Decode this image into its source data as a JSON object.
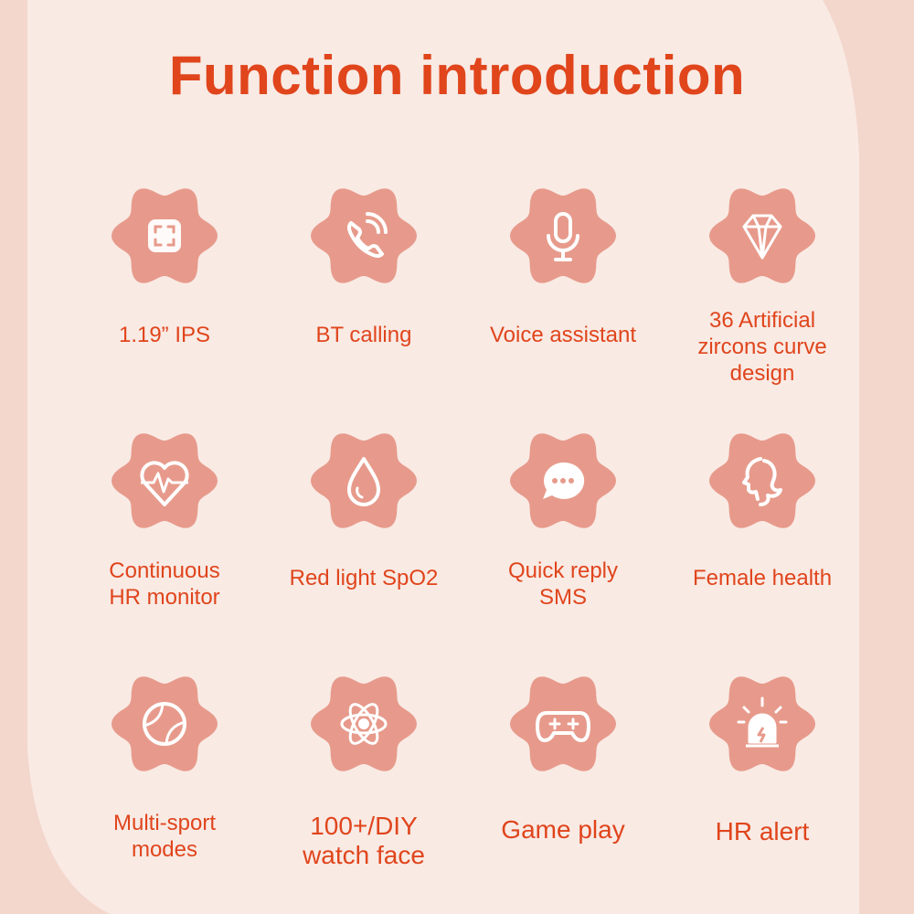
{
  "title": "Function introduction",
  "colors": {
    "accent": "#e0451c",
    "badge": "#e79a8b",
    "background": "#f9eae4"
  },
  "features": [
    {
      "label": "1.19” IPS",
      "icon": "screen-frame-icon"
    },
    {
      "label": "BT calling",
      "icon": "phone-call-icon"
    },
    {
      "label": "Voice assistant",
      "icon": "microphone-icon"
    },
    {
      "label": "36 Artificial zircons curve design",
      "icon": "diamond-icon"
    },
    {
      "label": "Continuous HR monitor",
      "icon": "heart-pulse-icon"
    },
    {
      "label": "Red light SpO2",
      "icon": "blood-drop-icon"
    },
    {
      "label": "Quick reply SMS",
      "icon": "chat-bubble-icon"
    },
    {
      "label": "Female health",
      "icon": "female-profile-icon"
    },
    {
      "label": "Multi-sport modes",
      "icon": "tennis-ball-icon"
    },
    {
      "label": "100+/DIY watch face",
      "icon": "atom-icon"
    },
    {
      "label": "Game play",
      "icon": "gamepad-icon"
    },
    {
      "label": "HR alert",
      "icon": "alarm-light-icon"
    }
  ]
}
